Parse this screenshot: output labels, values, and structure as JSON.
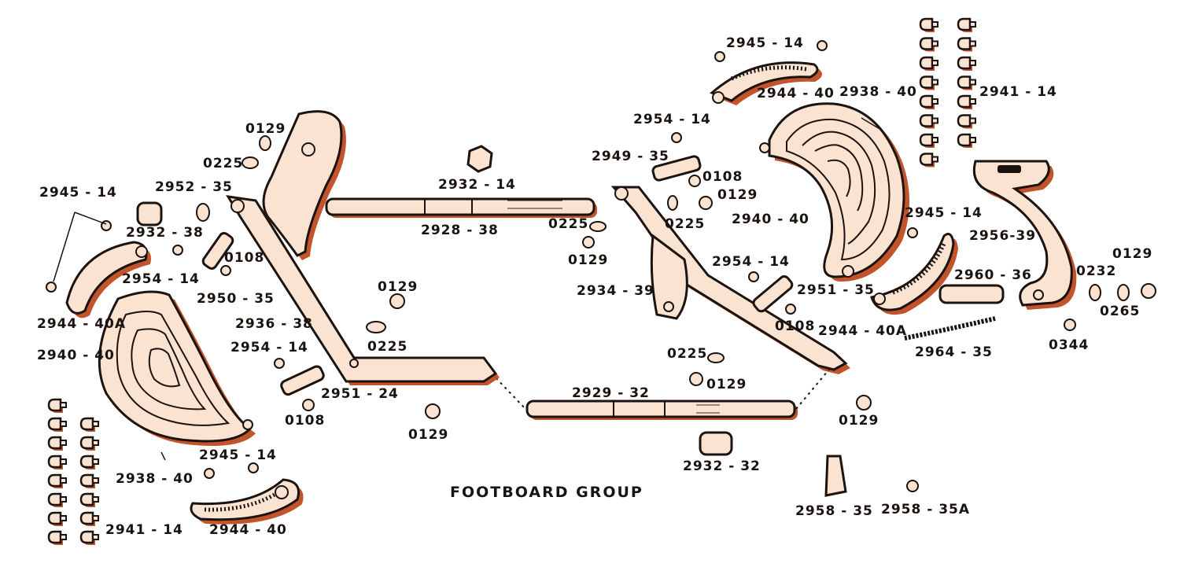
{
  "title": "FOOTBOARD GROUP",
  "colors": {
    "part_fill": "#fbe3d2",
    "part_shadow": "#c2542c",
    "ink": "#1a1310",
    "background": "#ffffff"
  },
  "labels": {
    "l_2945_14_a": "2945 - 14",
    "l_2954_14_a": "2954 - 14",
    "l_2938_40_a": "2938 - 40",
    "l_2941_14_a": "2941 - 14",
    "l_2944_40_a": "2944 - 40",
    "l_0129_a": "0129",
    "l_0225_a": "0225",
    "l_2949_35": "2949 - 35",
    "l_0108_a": "0108",
    "l_0129_b": "0129",
    "l_2932_14": "2932 - 14",
    "l_2940_40_a": "2940 - 40",
    "l_2945_14_b": "2945 - 14",
    "l_2952_35": "2952 - 35",
    "l_2945_14_c": "2945 - 14",
    "l_2928_38": "2928 - 38",
    "l_0225_b": "0225",
    "l_0225_c": "0225",
    "l_2932_38": "2932 - 38",
    "l_2956_39": "2956-39",
    "l_0129_c": "0129",
    "l_0108_b": "0108",
    "l_2954_14_b": "2954 - 14",
    "l_0129_d": "0129",
    "l_2954_14_c": "2954 - 14",
    "l_2960_36": "2960 - 36",
    "l_0232": "0232",
    "l_2950_35": "2950 - 35",
    "l_0129_e": "0129",
    "l_2934_39": "2934 - 39",
    "l_2951_35": "2951 - 35",
    "l_0265": "0265",
    "l_2944_40a_a": "2944 - 40A",
    "l_2936_38": "2936 - 38",
    "l_0108_c": "0108",
    "l_2944_40a_b": "2944 - 40A",
    "l_0344": "0344",
    "l_0225_d": "0225",
    "l_2954_14_d": "2954 - 14",
    "l_2940_40_b": "2940 - 40",
    "l_0225_e": "0225",
    "l_2964_35": "2964 - 35",
    "l_0129_f": "0129",
    "l_2951_24": "2951 - 24",
    "l_2929_32": "2929 - 32",
    "l_0108_d": "0108",
    "l_0129_g": "0129",
    "l_0129_h": "0129",
    "l_2932_32": "2932 - 32",
    "l_2945_14_d": "2945 - 14",
    "l_2938_40_b": "2938 - 40",
    "l_2958_35": "2958 - 35",
    "l_2958_35a": "2958 - 35A",
    "l_2941_14_b": "2941 - 14",
    "l_2944_40_b": "2944 - 40"
  }
}
